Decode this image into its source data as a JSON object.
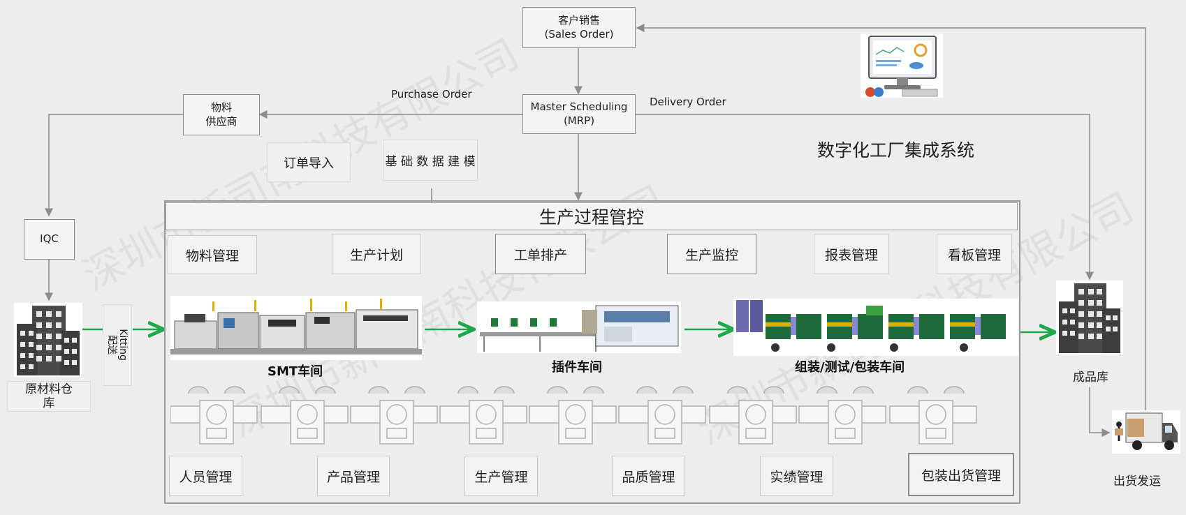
{
  "title": "数字化工厂集成系统",
  "sales_order": {
    "line1": "客户销售",
    "line2": "(Sales Order)"
  },
  "mrp": {
    "line1": "Master Scheduling",
    "line2": "(MRP)"
  },
  "supplier": {
    "line1": "物料",
    "line2": "供应商"
  },
  "purchase_order": "Purchase Order",
  "delivery_order": "Delivery Order",
  "order_import": "订单导入",
  "base_data": "基 础 数 据 建 模",
  "iqc": "IQC",
  "raw_warehouse": {
    "line1": "原材料仓",
    "line2": "库"
  },
  "kitting": {
    "line1": "Kitting",
    "line2": "配送"
  },
  "process_control": "生产过程管控",
  "top_modules": [
    "物料管理",
    "生产计划",
    "工单排产",
    "生产监控",
    "报表管理",
    "看板管理"
  ],
  "workshops": [
    "SMT车间",
    "插件车间",
    "组装/测试/包装车间"
  ],
  "bottom_modules": [
    "人员管理",
    "产品管理",
    "生产管理",
    "品质管理",
    "实绩管理",
    "包装出货管理"
  ],
  "finished_warehouse": "成品库",
  "shipping": "出货发运",
  "watermark": "深圳市新司南科技有限公司",
  "colors": {
    "flow_arrow": "#1fa84a",
    "line": "#8c8c8c",
    "box_border": "#8a8a8a"
  }
}
